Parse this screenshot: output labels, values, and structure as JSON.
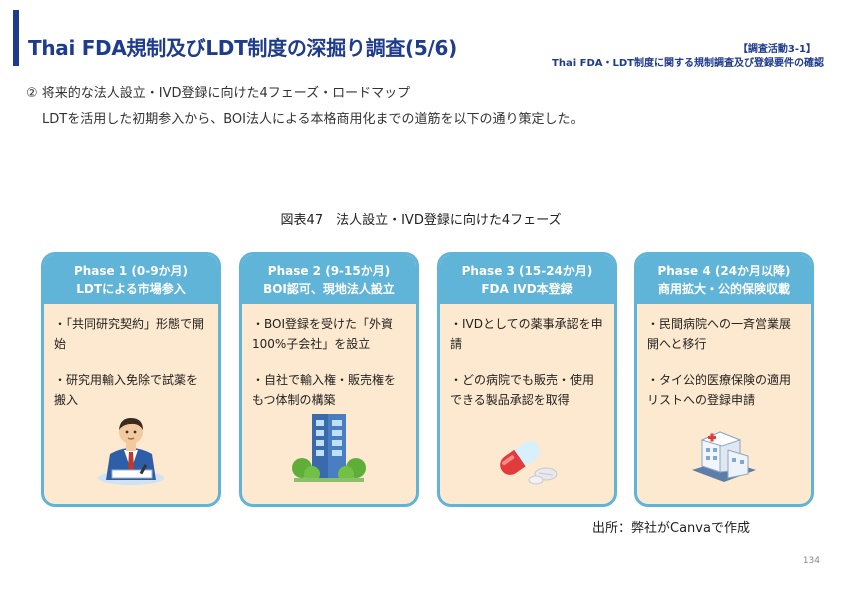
{
  "header": {
    "title": "Thai FDA規制及びLDT制度の深掘り調査(5/6)",
    "tag": "【調査活動3-1】",
    "subtag": "Thai FDA・LDT制度に関する規制調査及び登録要件の確認"
  },
  "section": {
    "heading": "② 将来的な法人設立・IVD登録に向けた4フェーズ・ロードマップ",
    "lead": "LDTを活用した初期参入から、BOI法人による本格商用化までの道筋を以下の通り策定した。"
  },
  "figure": {
    "caption": "図表47　法人設立・IVD登録に向けた4フェーズ"
  },
  "phases": [
    {
      "title": "Phase 1 (0-9か月)",
      "subtitle": "LDTによる市場参入",
      "items": [
        "・「共同研究契約」形態で開始",
        "・研究用輸入免除で試薬を搬入"
      ],
      "icon": "businessman-icon"
    },
    {
      "title": "Phase 2 (9-15か月)",
      "subtitle": "BOI認可、現地法人設立",
      "items": [
        "・BOI登録を受けた「外資100%子会社」を設立",
        "・自社で輸入権・販売権をもつ体制の構築"
      ],
      "icon": "office-building-icon"
    },
    {
      "title": "Phase 3 (15-24か月)",
      "subtitle": "FDA IVD本登録",
      "items": [
        "・IVDとしての薬事承認を申請",
        "・どの病院でも販売・使用できる製品承認を取得"
      ],
      "icon": "medicine-capsule-icon"
    },
    {
      "title": "Phase 4 (24か月以降)",
      "subtitle": "商用拡大・公的保険収載",
      "items": [
        "・民間病院への一斉営業展開へと移行",
        "・タイ公的医療保険の適用リストへの登録申請"
      ],
      "icon": "hospital-icon"
    }
  ],
  "footer": {
    "source": "出所：弊社がCanvaで作成",
    "page_number": "134"
  },
  "colors": {
    "accent": "#1f3b8c",
    "card_header": "#5fb4d8",
    "card_body": "#fde9cf"
  }
}
